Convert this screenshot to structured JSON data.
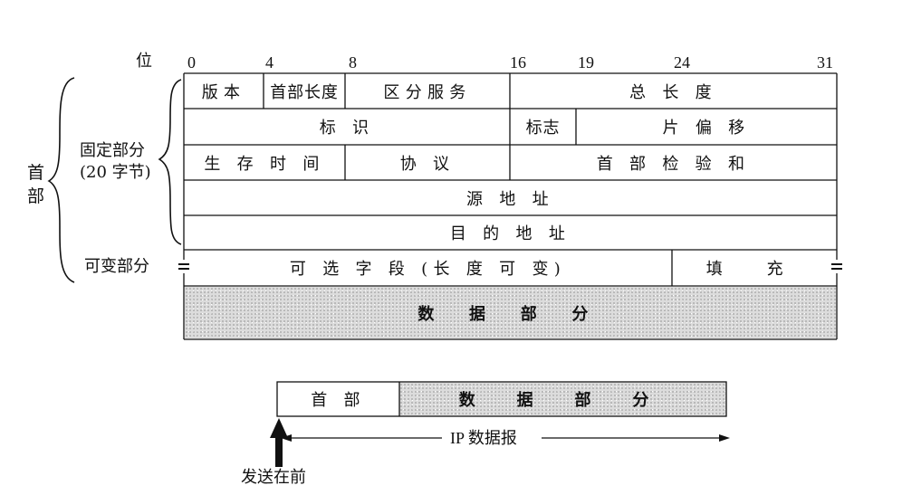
{
  "header_label": "位",
  "bit_positions": [
    "0",
    "4",
    "8",
    "16",
    "19",
    "24",
    "31"
  ],
  "left_labels": {
    "header": "首部",
    "fixed_part": "固定部分",
    "fixed_size": "(20 字节)",
    "variable_part": "可变部分"
  },
  "fields": {
    "version": "版本",
    "header_length": "首部长度",
    "diff_services": "区分服务",
    "total_length": "总 长 度",
    "identification": "标 识",
    "flags": "标志",
    "fragment_offset": "片 偏 移",
    "ttl": "生 存 时 间",
    "protocol": "协 议",
    "checksum": "首 部 检 验 和",
    "source_address": "源 地 址",
    "destination_address": "目 的 地 址",
    "options": "可 选 字 段 (长 度 可 变)",
    "padding": "填 充",
    "data": "数 据 部 分"
  },
  "datagram": {
    "header": "首 部",
    "data": "数 据 部 分",
    "label": "IP 数据报",
    "send_first": "发送在前"
  }
}
